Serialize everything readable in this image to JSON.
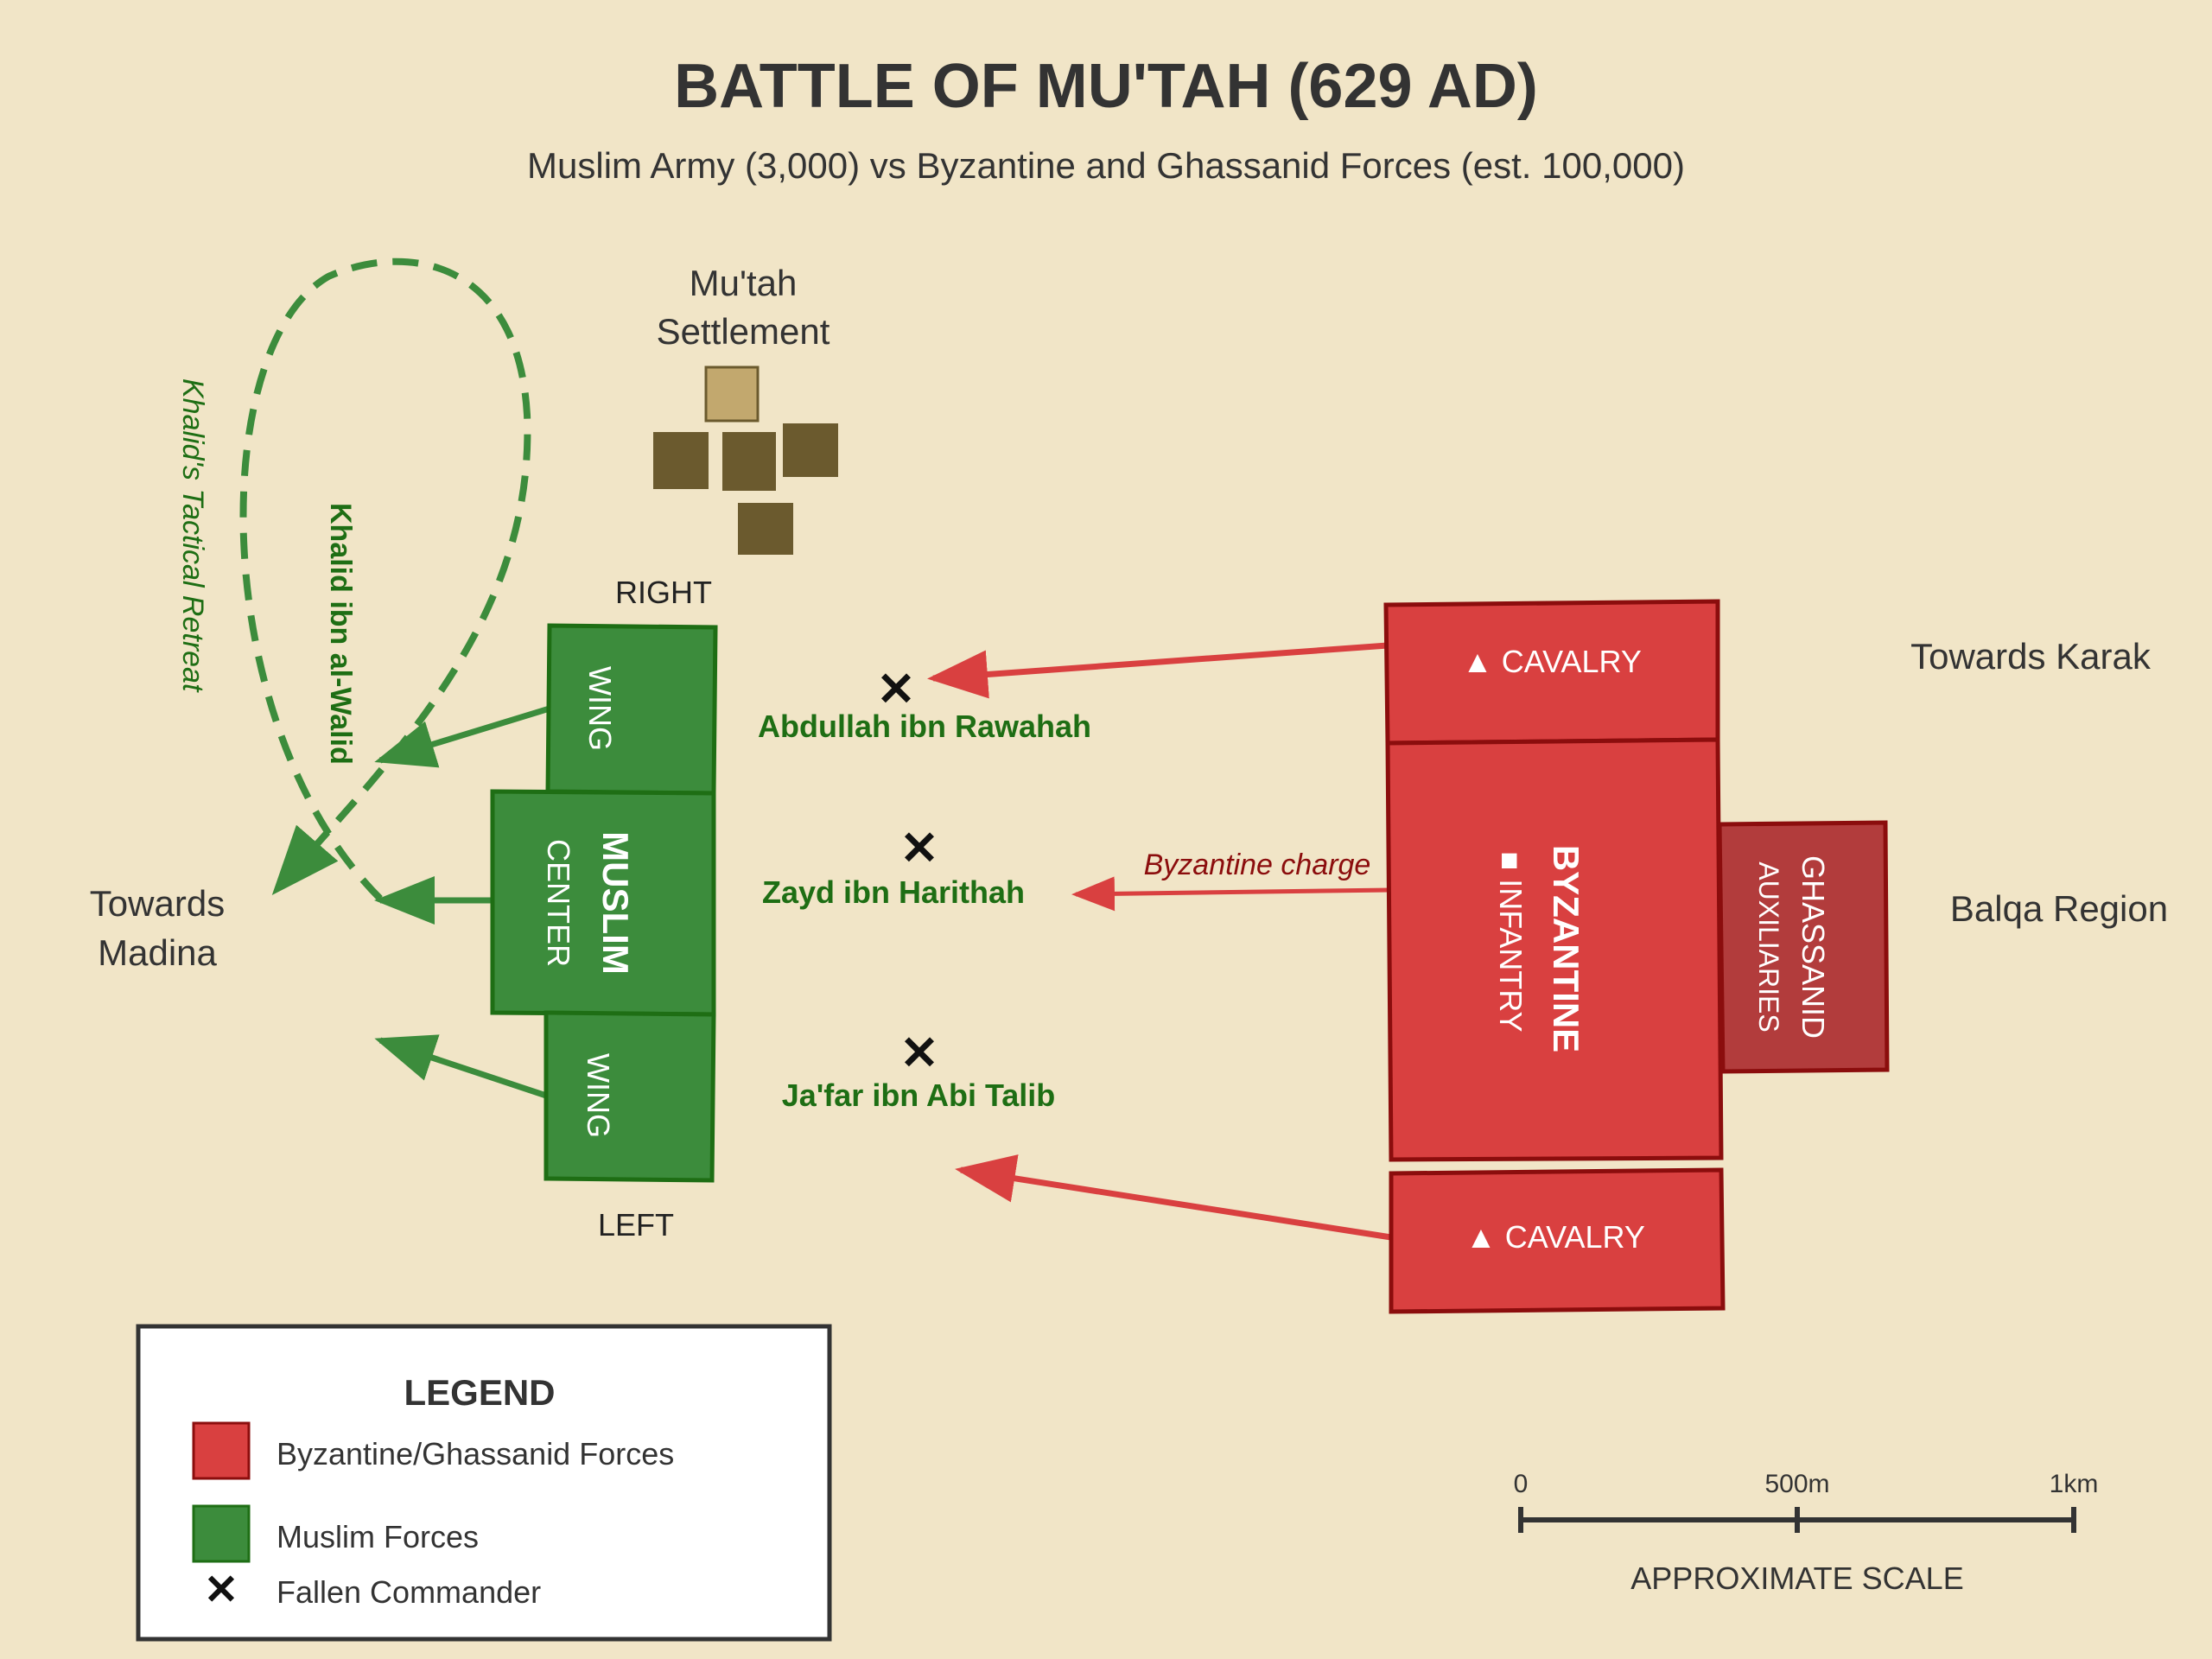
{
  "title": "BATTLE OF MU'TAH (629 AD)",
  "subtitle": "Muslim Army (3,000) vs Byzantine and Ghassanid Forces (est. 100,000)",
  "places": {
    "mutah_line1": "Mu'tah",
    "mutah_line2": "Settlement",
    "towards_madina_line1": "Towards",
    "towards_madina_line2": "Madina",
    "towards_karak": "Towards Karak",
    "balqa_region": "Balqa Region"
  },
  "muslim": {
    "right_label": "RIGHT",
    "left_label": "LEFT",
    "right_wing": "WING",
    "left_wing": "WING",
    "center_title": "MUSLIM",
    "center_sub": "CENTER"
  },
  "byzantine": {
    "cavalry_top": "▲ CAVALRY",
    "cavalry_bottom": "▲ CAVALRY",
    "infantry_title": "BYZANTINE",
    "infantry_sub": "■ INFANTRY",
    "ghassanid_title": "GHASSANID",
    "ghassanid_sub": "AUXILIARIES",
    "charge_label": "Byzantine charge"
  },
  "commanders": [
    {
      "name": "Abdullah ibn Rawahah",
      "marker": "✕"
    },
    {
      "name": "Zayd ibn Harithah",
      "marker": "✕"
    },
    {
      "name": "Ja'far ibn Abi Talib",
      "marker": "✕"
    }
  ],
  "khalid": {
    "name": "Khalid ibn al-Walid",
    "retreat": "Khalid's Tactical Retreat"
  },
  "legend": {
    "title": "LEGEND",
    "items": [
      {
        "label": "Byzantine/Ghassanid Forces",
        "color": "#d94040"
      },
      {
        "label": "Muslim Forces",
        "color": "#3c8c3c"
      },
      {
        "label": "Fallen Commander",
        "symbol": "✕"
      }
    ]
  },
  "scale": {
    "ticks": [
      "0",
      "500m",
      "1km"
    ],
    "caption": "APPROXIMATE SCALE"
  },
  "colors": {
    "background": "#f1e5c7",
    "byzantine": "#d94040",
    "ghassanid": "#b23c3c",
    "muslim": "#3c8c3c",
    "dark_green": "#1e6e14",
    "building_dark": "#6b5a2e",
    "building_light": "#c2a86e"
  }
}
